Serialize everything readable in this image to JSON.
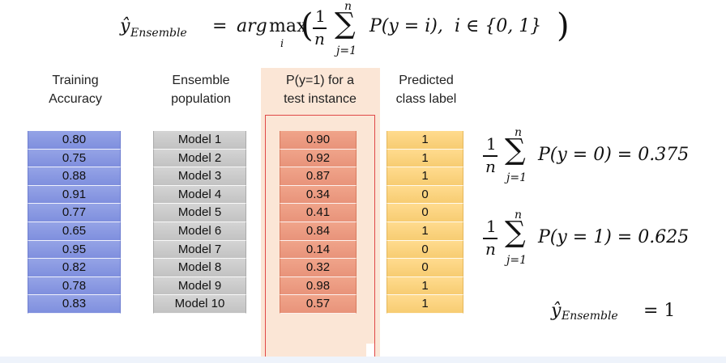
{
  "formula": {
    "lhs": "ŷ",
    "lhs_sub": "Ensemble",
    "equals": "=",
    "argmax": "arg",
    "max": "max",
    "max_sub": "i",
    "frac_num": "1",
    "frac_den": "n",
    "sum_upper": "n",
    "sum_lower": "j=1",
    "body": "P(y = i),",
    "condition": "i ∈ {0, 1}"
  },
  "headers": {
    "accuracy": [
      "Training",
      "Accuracy"
    ],
    "model": [
      "Ensemble",
      "population"
    ],
    "prob": [
      "P(y=1) for a",
      "test instance"
    ],
    "label": [
      "Predicted",
      "class label"
    ]
  },
  "accuracy": [
    "0.80",
    "0.75",
    "0.88",
    "0.91",
    "0.77",
    "0.65",
    "0.95",
    "0.82",
    "0.78",
    "0.83"
  ],
  "models": [
    "Model 1",
    "Model 2",
    "Model 3",
    "Model 4",
    "Model 5",
    "Model 6",
    "Model 7",
    "Model 8",
    "Model 9",
    "Model 10"
  ],
  "probs": [
    "0.90",
    "0.92",
    "0.87",
    "0.34",
    "0.41",
    "0.84",
    "0.14",
    "0.32",
    "0.98",
    "0.57"
  ],
  "labels": [
    "1",
    "1",
    "1",
    "0",
    "0",
    "1",
    "0",
    "0",
    "1",
    "1"
  ],
  "results": {
    "frac_num": "1",
    "frac_den": "n",
    "sum_upper": "n",
    "sum_lower": "j=1",
    "eq0_body": "P(y = 0) = 0.375",
    "eq1_body": "P(y = 1) = 0.625",
    "final_lhs": "ŷ",
    "final_sub": "Ensemble",
    "final_rhs": "= 1"
  },
  "colors": {
    "accuracy_fill": "#8a99e2",
    "model_fill": "#c9c9c9",
    "prob_fill": "#ec9a80",
    "label_fill": "#fad27f",
    "highlight_bg": "#fbe6d6",
    "highlight_border": "#e04848"
  }
}
